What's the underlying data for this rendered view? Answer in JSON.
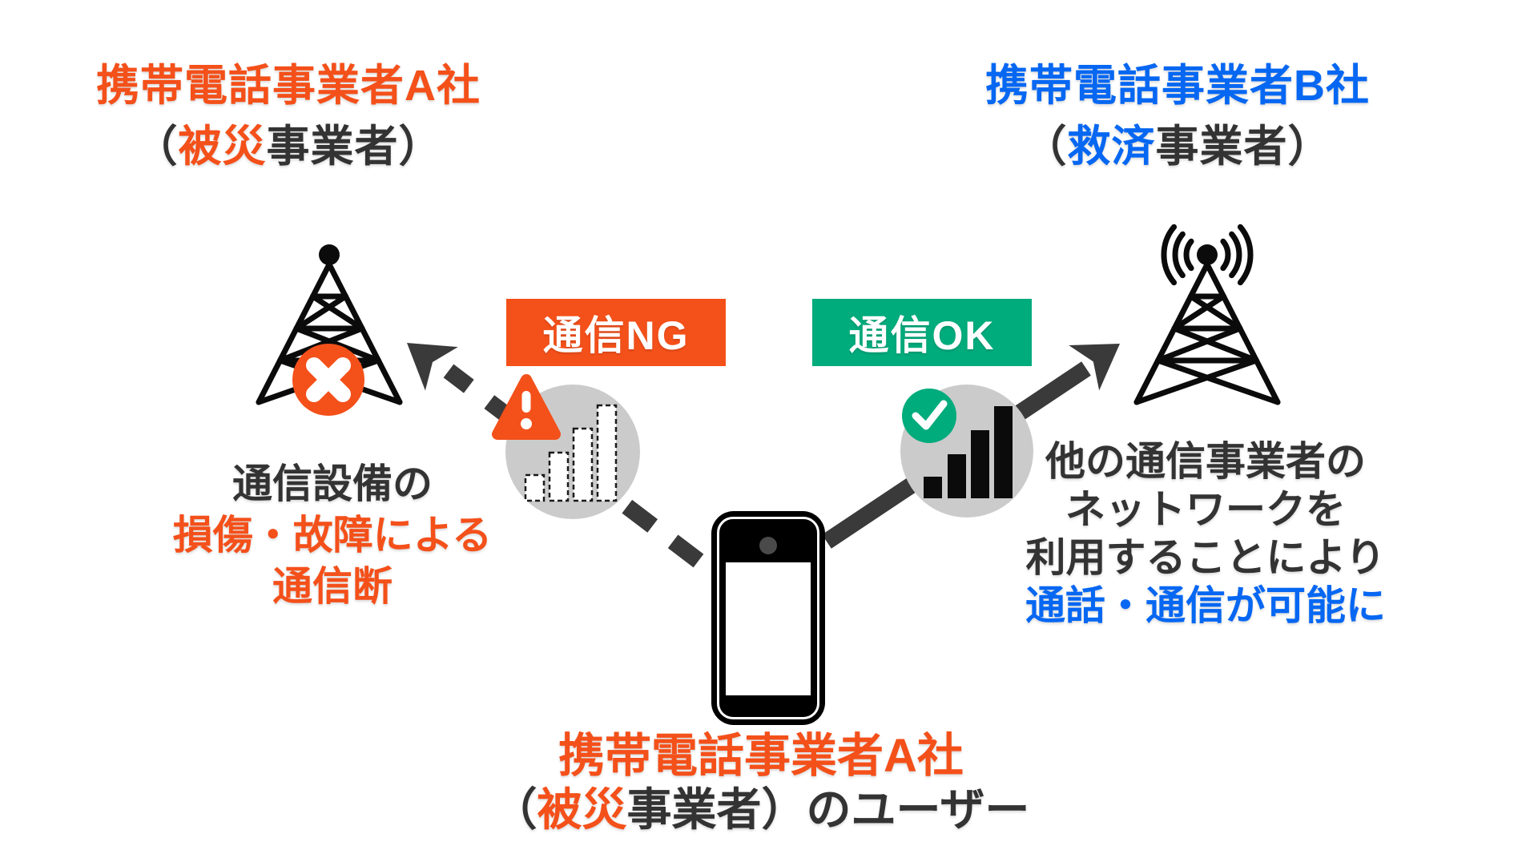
{
  "colors": {
    "orange": "#F4501A",
    "blue": "#0667F2",
    "green": "#00AB7C",
    "dark": "#333333",
    "arrow_gray": "#3A3A3A",
    "circle_gray": "#CBCBCB",
    "tower_black": "#0B0B0B"
  },
  "header_left": {
    "title": "携帯電話事業者A社",
    "subtitle_pre": "（",
    "subtitle_highlight": "被災",
    "subtitle_post": "事業者）"
  },
  "header_right": {
    "title": "携帯電話事業者B社",
    "subtitle_pre": "（",
    "subtitle_highlight": "救済",
    "subtitle_post": "事業者）"
  },
  "badges": {
    "ng": "通信NG",
    "ok": "通信OK"
  },
  "caption_left": {
    "line1": "通信設備の",
    "line2": "損傷・故障による",
    "line3": "通信断"
  },
  "caption_right": {
    "line1": "他の通信事業者の",
    "line2": "ネットワークを",
    "line3": "利用することにより",
    "line4": "通話・通信が可能に"
  },
  "caption_bottom": {
    "line1": "携帯電話事業者A社",
    "line2_pre": "（",
    "line2_highlight": "被災",
    "line2_post": "事業者）のユーザー"
  },
  "icons": {
    "left_tower": "cell-tower-damaged-icon",
    "right_tower": "cell-tower-with-radio-waves-icon",
    "cross": "cross-badge-icon",
    "warning": "warning-triangle-icon",
    "check": "check-circle-icon",
    "signal_empty": "signal-bars-empty-icon",
    "signal_full": "signal-bars-full-icon",
    "phone": "smartphone-icon",
    "dashed_arrow": "dashed-arrow",
    "solid_arrow": "solid-arrow"
  }
}
